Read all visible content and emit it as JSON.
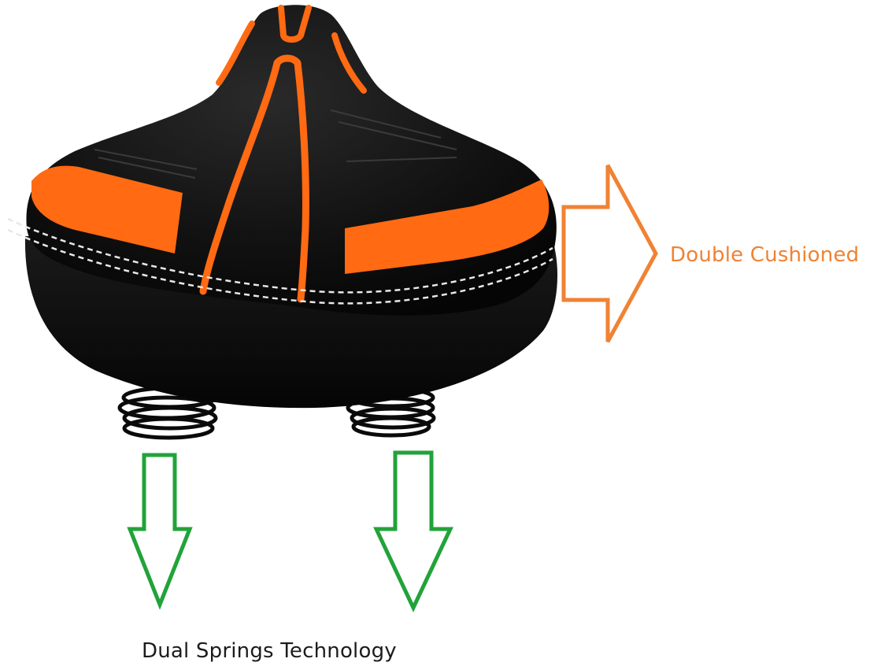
{
  "product": "bicycle-saddle-photo",
  "colors": {
    "seat_black": "#0e0e0e",
    "seat_orange": "#ff6a13",
    "stitching": "#e8e8e8",
    "cushion_arrow": "#f08233",
    "spring_arrows": "#21a33a",
    "spring_label": "#1c1c1c"
  },
  "annotations": {
    "cushion_label": "Double Cushioned",
    "springs_label": "Dual Springs Technology"
  },
  "icons": {
    "cushion_arrow": "arrow-right-outline",
    "spring_arrow_left": "arrow-down-outline",
    "spring_arrow_right": "arrow-down-outline"
  }
}
